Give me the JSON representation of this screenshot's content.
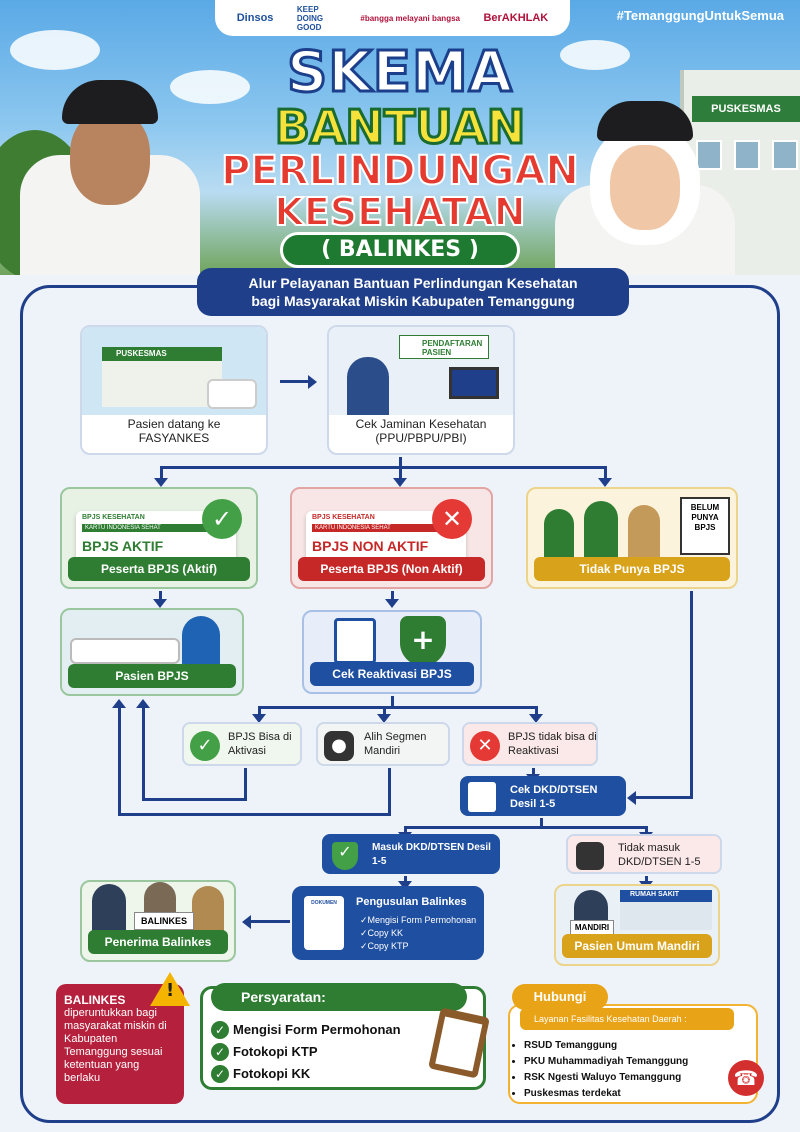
{
  "header": {
    "logos": {
      "dinsos": "Dinsos",
      "keep": "KEEP DOING GOOD",
      "bangga": "#bangga melayani bangsa",
      "berakhlak": "BerAKHLAK"
    },
    "hashtag": "#TemanggungUntukSemua",
    "building_sign": "PUSKESMAS",
    "title_line1": "SKEMA",
    "title_line2": "BANTUAN",
    "title_line3": "PERLINDUNGAN",
    "title_line4": "KESEHATAN",
    "title_line5": "( BALINKES )"
  },
  "subtitle": {
    "line1": "Alur Pelayanan Bantuan Perlindungan Kesehatan",
    "line2": "bagi Masyarakat Miskin Kabupaten Temanggung"
  },
  "flow": {
    "step1": {
      "sign": "PUSKESMAS",
      "caption": "Pasien datang ke FASYANKES"
    },
    "step2": {
      "sign": "PENDAFTARAN PASIEN",
      "caption": "Cek Jaminan Kesehatan (PPU/PBPU/PBI)"
    },
    "aktif": {
      "card_head": "BPJS KESEHATAN",
      "card_sub": "KARTU INDONESIA SEHAT",
      "card_big": "BPJS AKTIF",
      "label": "Peserta BPJS (Aktif)"
    },
    "nonaktif": {
      "card_head": "BPJS KESEHATAN",
      "card_sub": "KARTU INDONESIA SEHAT",
      "card_big": "BPJS NON AKTIF",
      "label": "Peserta BPJS (Non Aktif)"
    },
    "tidak": {
      "sign": "BELUM PUNYA BPJS",
      "label": "Tidak Punya BPJS"
    },
    "pasien_bpjs": {
      "label": "Pasien BPJS"
    },
    "cek_reaktivasi": {
      "label": "Cek Reaktivasi BPJS"
    },
    "bisa": {
      "label": "BPJS Bisa di Aktivasi"
    },
    "alih": {
      "label": "Alih Segmen Mandiri"
    },
    "tidak_bisa": {
      "label": "BPJS tidak bisa di Reaktivasi"
    },
    "cek_dkd": {
      "label": "Cek DKD/DTSEN Desil 1-5"
    },
    "masuk": {
      "label": "Masuk DKD/DTSEN Desil 1-5"
    },
    "tidak_masuk": {
      "label": "Tidak masuk DKD/DTSEN 1-5"
    },
    "penerima": {
      "sign": "BALINKES",
      "label": "Penerima Balinkes"
    },
    "pengusulan": {
      "doc": "DOKUMEN",
      "title": "Pengusulan Balinkes",
      "items": [
        "Mengisi Form Permohonan",
        "Copy KK",
        "Copy KTP"
      ]
    },
    "umum": {
      "sign": "RUMAH SAKIT",
      "card": "MANDIRI",
      "label": "Pasien Umum Mandiri"
    }
  },
  "note": {
    "title": "BALINKES",
    "text": "diperuntukkan bagi masyarakat miskin di Kabupaten Temanggung sesuai ketentuan yang berlaku"
  },
  "requirements": {
    "title": "Persyaratan:",
    "items": [
      "Mengisi Form Permohonan",
      "Fotokopi KTP",
      "Fotokopi KK"
    ]
  },
  "contact": {
    "title": "Hubungi",
    "subtitle": "Layanan Fasilitas Kesehatan Daerah :",
    "items": [
      "RSUD Temanggung",
      "PKU Muhammadiyah Temanggung",
      "RSK Ngesti Waluyo Temanggung",
      "Puskesmas terdekat"
    ]
  },
  "colors": {
    "navy": "#1f3f8a",
    "green": "#2e7d32",
    "red": "#c62828",
    "gold": "#d9a21b",
    "maroon": "#b5203c"
  }
}
